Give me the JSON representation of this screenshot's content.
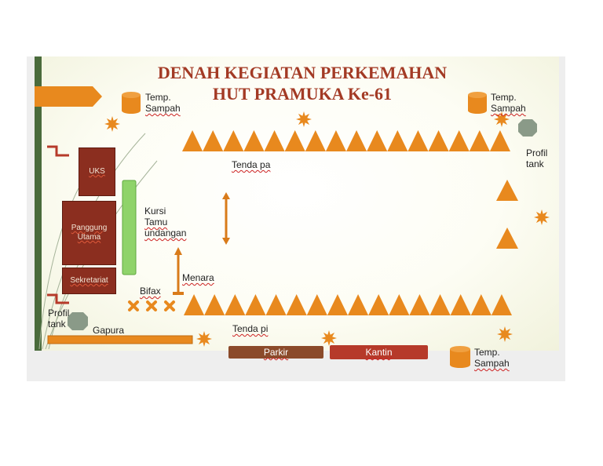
{
  "title": {
    "line1": "DENAH KEGIATAN PERKEMAHAN",
    "line2": "HUT PRAMUKA Ke-61"
  },
  "labels": {
    "trash_top_left": [
      "Temp.",
      "Sampah"
    ],
    "trash_top_right": [
      "Temp.",
      "Sampah"
    ],
    "trash_bottom": [
      "Temp.",
      "Sampah"
    ],
    "profil_tank_right": [
      "Profil",
      "tank"
    ],
    "profil_tank_left": [
      "Profil",
      "tank"
    ],
    "tenda_pa": "Tenda pa",
    "tenda_pi": "Tenda pi",
    "kursi_tamu": [
      "Kursi",
      "Tamu",
      "undangan"
    ],
    "menara": "Menara",
    "bifax": "Bifax",
    "gapura": "Gapura"
  },
  "buildings": {
    "uks": "UKS",
    "panggung": [
      "Panggung",
      "Utama"
    ],
    "sekretariat": "Sekretariat"
  },
  "buttons": {
    "parkir": "Parkir",
    "kantin": "Kantin"
  },
  "colors": {
    "orange": "#e8891e",
    "maroon": "#8b2e1f",
    "green_stripe": "#4a6b3c",
    "title_red": "#a33a25",
    "bench_green": "#8fd36a",
    "gray_tank": "#8a9a88",
    "parkir_brown": "#8b4a2a",
    "kantin_red": "#b63a2a"
  },
  "icons": [
    "sun-marker-icon",
    "trash-can-icon",
    "tank-icon",
    "tent-icon",
    "cross-marker-icon",
    "arrow-icon"
  ]
}
